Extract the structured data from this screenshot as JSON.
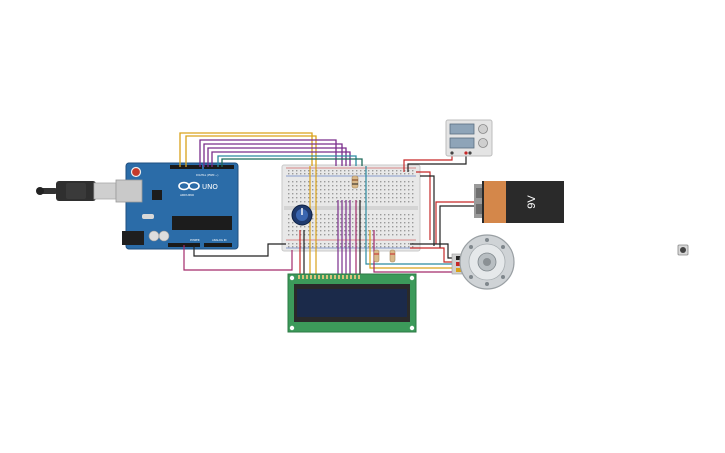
{
  "arduino": {
    "uno_label": "UNO",
    "brand_label": "ARDUINO",
    "digital_label": "DIGITAL (PWM ~)",
    "analog_label": "ANALOG IN",
    "power_label": "POWER"
  },
  "battery": {
    "voltage_label": "9V"
  },
  "colors": {
    "background": "#ffffff",
    "arduino_board": "#2b6ca8",
    "breadboard": "#e8e8e8",
    "lcd_pcb": "#3c9a5a",
    "lcd_screen": "#1b2a4a",
    "battery_body": "#2a2a2a",
    "battery_label": "#d4874a",
    "wire_purple": "#7a2d8c",
    "wire_yellow": "#d9a21a",
    "wire_red": "#c62828",
    "wire_black": "#222222",
    "wire_teal": "#2a8aa0",
    "wire_magenta": "#a32a6b"
  },
  "icons": {
    "usb_cable": "usb-cable-icon",
    "potentiometer": "potentiometer-icon",
    "relay": "relay-icon",
    "dc_motor": "dc-motor-icon",
    "pushbutton": "pushbutton-icon"
  }
}
